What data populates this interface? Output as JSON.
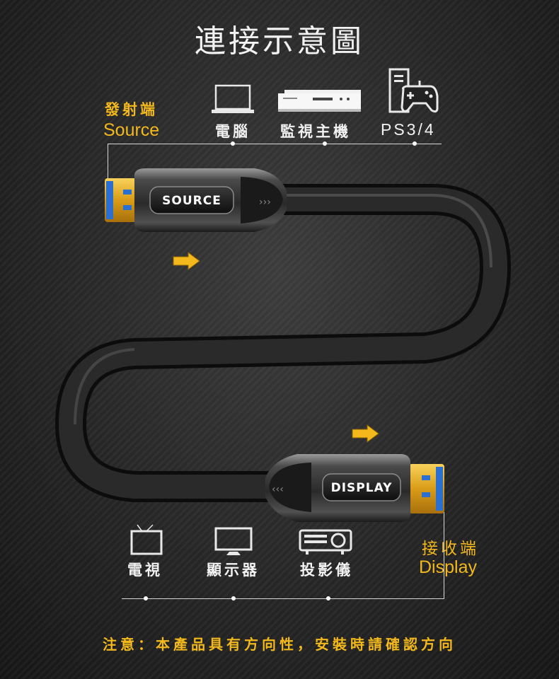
{
  "title": "連接示意圖",
  "source": {
    "label_cn": "發射端",
    "label_en": "Source",
    "devices": [
      {
        "label": "電腦",
        "icon": "laptop-icon"
      },
      {
        "label": "監視主機",
        "icon": "dvr-recorder-icon"
      },
      {
        "label": "PS3/4",
        "icon": "game-console-icon"
      }
    ]
  },
  "display": {
    "label_cn": "接收端",
    "label_en": "Display",
    "devices": [
      {
        "label": "電視",
        "icon": "tv-icon"
      },
      {
        "label": "顯示器",
        "icon": "monitor-icon"
      },
      {
        "label": "投影儀",
        "icon": "projector-icon"
      }
    ]
  },
  "cable": {
    "source_connector_label": "SOURCE",
    "display_connector_label": "DISPLAY"
  },
  "note": "注意：本產品具有方向性，安裝時請確認方向",
  "colors": {
    "accent": "#f2b81c",
    "text": "#f2f2f2",
    "background": "#262626",
    "cable": "#151515",
    "gold_plug": "#e0a820",
    "plug_blue": "#2b6fd0"
  }
}
